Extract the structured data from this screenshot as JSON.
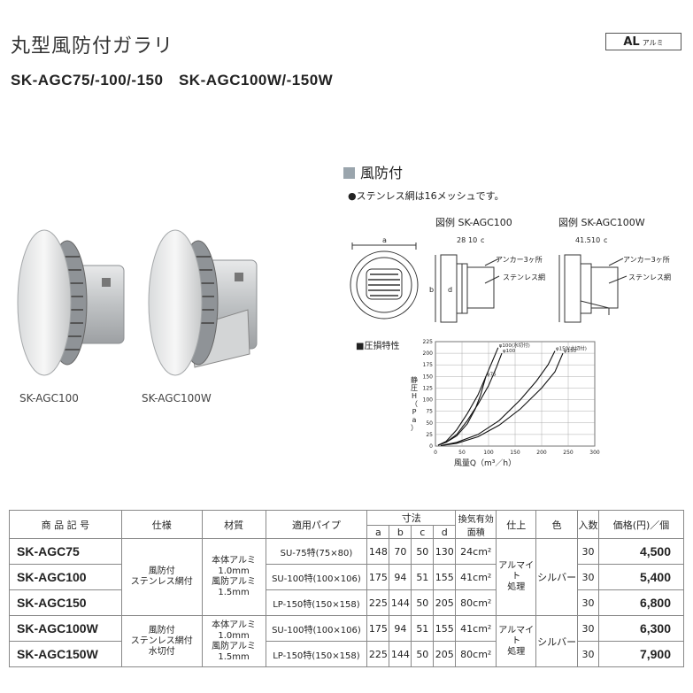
{
  "header": {
    "title": "丸型風防付ガラリ",
    "models": "SK-AGC75/-100/-150　SK-AGC100W/-150W",
    "badge_main": "AL",
    "badge_sub": "アルミ"
  },
  "photos": {
    "left_caption": "SK-AGC100",
    "right_caption": "SK-AGC100W"
  },
  "section": {
    "heading": "風防付",
    "note": "●ステンレス網は16メッシュです。"
  },
  "figures": {
    "left_caption": "図例 SK-AGC100",
    "right_caption": "図例 SK-AGC100W",
    "dim_a": "a",
    "dim_b": "b",
    "dim_c": "c",
    "dim_d": "d",
    "left_top_dims": "28",
    "left_top_dims2": "10",
    "right_top_dims": "41.5",
    "right_top_dims2": "10",
    "anchor_label": "アンカー3ヶ所",
    "mesh_label": "ステンレス網"
  },
  "chart_data": {
    "type": "line",
    "title": "■圧損特性",
    "xlabel": "風量Q（m³／h）",
    "ylabel": "静圧H（Pa）",
    "xlim": [
      0,
      300
    ],
    "ylim": [
      0,
      225
    ],
    "x_ticks": [
      0,
      50,
      100,
      150,
      200,
      250,
      300
    ],
    "y_ticks": [
      0,
      25,
      50,
      75,
      100,
      125,
      150,
      175,
      200,
      225
    ],
    "series": [
      {
        "name": "φ75",
        "x": [
          5,
          20,
          40,
          60,
          75,
          85,
          95
        ],
        "y": [
          2,
          8,
          22,
          48,
          80,
          110,
          150
        ]
      },
      {
        "name": "φ100(水切付)",
        "x": [
          5,
          20,
          40,
          60,
          80,
          95,
          108,
          118
        ],
        "y": [
          2,
          10,
          35,
          70,
          110,
          150,
          185,
          212
        ]
      },
      {
        "name": "φ100",
        "x": [
          5,
          20,
          40,
          60,
          80,
          100,
          115,
          125
        ],
        "y": [
          2,
          8,
          25,
          55,
          90,
          130,
          170,
          200
        ]
      },
      {
        "name": "φ150(水切付)",
        "x": [
          10,
          40,
          80,
          120,
          160,
          190,
          212,
          225
        ],
        "y": [
          1,
          8,
          25,
          55,
          100,
          140,
          175,
          205
        ]
      },
      {
        "name": "φ150",
        "x": [
          10,
          40,
          80,
          120,
          160,
          200,
          225,
          240
        ],
        "y": [
          1,
          6,
          20,
          45,
          80,
          125,
          160,
          200
        ]
      }
    ]
  },
  "table": {
    "headers": {
      "model": "商 品 記 号",
      "spec": "仕様",
      "material": "材質",
      "pipe": "適用パイプ",
      "dims": "寸法",
      "area": "換気有効面積",
      "finish": "仕上",
      "color": "色",
      "qty": "入数",
      "price": "価格(円)／個",
      "a": "a",
      "b": "b",
      "c": "c",
      "d": "d"
    },
    "group1": {
      "spec": "風防付\nステンレス網付",
      "material": "本体アルミ\n1.0mm\n風防アルミ\n1.5mm",
      "finish": "アルマイト\n処理",
      "color": "シルバー"
    },
    "group2": {
      "spec": "風防付\nステンレス網付\n水切付",
      "material": "本体アルミ\n1.0mm\n風防アルミ\n1.5mm",
      "finish": "アルマイト\n処理",
      "color": "シルバー"
    },
    "rows": [
      {
        "model": "SK-AGC75",
        "pipe": "SU-75特(75×80)",
        "a": "148",
        "b": "70",
        "c": "50",
        "d": "130",
        "area": "24cm²",
        "qty": "30",
        "price": "4,500"
      },
      {
        "model": "SK-AGC100",
        "pipe": "SU-100特(100×106)",
        "a": "175",
        "b": "94",
        "c": "51",
        "d": "155",
        "area": "41cm²",
        "qty": "30",
        "price": "5,400"
      },
      {
        "model": "SK-AGC150",
        "pipe": "LP-150特(150×158)",
        "a": "225",
        "b": "144",
        "c": "50",
        "d": "205",
        "area": "80cm²",
        "qty": "30",
        "price": "6,800"
      },
      {
        "model": "SK-AGC100W",
        "pipe": "SU-100特(100×106)",
        "a": "175",
        "b": "94",
        "c": "51",
        "d": "155",
        "area": "41cm²",
        "qty": "30",
        "price": "6,300"
      },
      {
        "model": "SK-AGC150W",
        "pipe": "LP-150特(150×158)",
        "a": "225",
        "b": "144",
        "c": "50",
        "d": "205",
        "area": "80cm²",
        "qty": "30",
        "price": "7,900"
      }
    ]
  }
}
